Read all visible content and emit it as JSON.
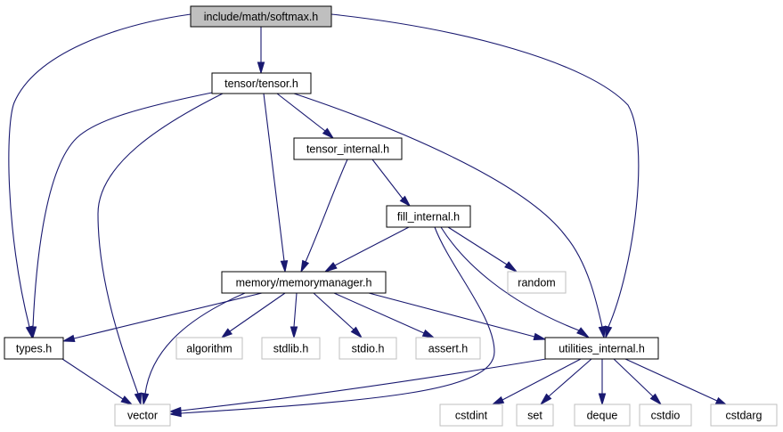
{
  "graph": {
    "edge_color": "#191970",
    "nodes": [
      {
        "id": "softmax",
        "label": "include/math/softmax.h",
        "kind": "root"
      },
      {
        "id": "tensor",
        "label": "tensor/tensor.h",
        "kind": "local"
      },
      {
        "id": "tensor_internal",
        "label": "tensor_internal.h",
        "kind": "local"
      },
      {
        "id": "fill_internal",
        "label": "fill_internal.h",
        "kind": "local"
      },
      {
        "id": "random",
        "label": "random",
        "kind": "system"
      },
      {
        "id": "memorymanager",
        "label": "memory/memorymanager.h",
        "kind": "local"
      },
      {
        "id": "types",
        "label": "types.h",
        "kind": "local"
      },
      {
        "id": "algorithm",
        "label": "algorithm",
        "kind": "system"
      },
      {
        "id": "stdlib",
        "label": "stdlib.h",
        "kind": "system"
      },
      {
        "id": "stdio",
        "label": "stdio.h",
        "kind": "system"
      },
      {
        "id": "assert",
        "label": "assert.h",
        "kind": "system"
      },
      {
        "id": "utilities_internal",
        "label": "utilities_internal.h",
        "kind": "local"
      },
      {
        "id": "vector",
        "label": "vector",
        "kind": "system"
      },
      {
        "id": "cstdint",
        "label": "cstdint",
        "kind": "system"
      },
      {
        "id": "set",
        "label": "set",
        "kind": "system"
      },
      {
        "id": "deque",
        "label": "deque",
        "kind": "system"
      },
      {
        "id": "cstdio",
        "label": "cstdio",
        "kind": "system"
      },
      {
        "id": "cstdarg",
        "label": "cstdarg",
        "kind": "system"
      }
    ],
    "edges": [
      {
        "from": "softmax",
        "to": "tensor"
      },
      {
        "from": "softmax",
        "to": "types"
      },
      {
        "from": "softmax",
        "to": "utilities_internal"
      },
      {
        "from": "tensor",
        "to": "types"
      },
      {
        "from": "tensor",
        "to": "vector"
      },
      {
        "from": "tensor",
        "to": "memorymanager"
      },
      {
        "from": "tensor",
        "to": "tensor_internal"
      },
      {
        "from": "tensor",
        "to": "utilities_internal"
      },
      {
        "from": "tensor_internal",
        "to": "memorymanager"
      },
      {
        "from": "tensor_internal",
        "to": "fill_internal"
      },
      {
        "from": "fill_internal",
        "to": "memorymanager"
      },
      {
        "from": "fill_internal",
        "to": "random"
      },
      {
        "from": "fill_internal",
        "to": "utilities_internal"
      },
      {
        "from": "fill_internal",
        "to": "vector"
      },
      {
        "from": "memorymanager",
        "to": "types"
      },
      {
        "from": "memorymanager",
        "to": "vector"
      },
      {
        "from": "memorymanager",
        "to": "algorithm"
      },
      {
        "from": "memorymanager",
        "to": "stdlib"
      },
      {
        "from": "memorymanager",
        "to": "stdio"
      },
      {
        "from": "memorymanager",
        "to": "assert"
      },
      {
        "from": "memorymanager",
        "to": "utilities_internal"
      },
      {
        "from": "types",
        "to": "vector"
      },
      {
        "from": "utilities_internal",
        "to": "vector"
      },
      {
        "from": "utilities_internal",
        "to": "cstdint"
      },
      {
        "from": "utilities_internal",
        "to": "set"
      },
      {
        "from": "utilities_internal",
        "to": "deque"
      },
      {
        "from": "utilities_internal",
        "to": "cstdio"
      },
      {
        "from": "utilities_internal",
        "to": "cstdarg"
      }
    ]
  }
}
